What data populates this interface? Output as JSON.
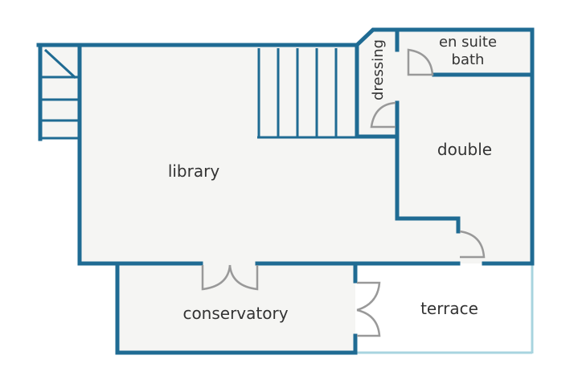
{
  "rooms": {
    "library": "library",
    "conservatory": "conservatory",
    "terrace": "terrace",
    "double": "double",
    "dressing": "dressing",
    "en_suite_line1": "en suite",
    "en_suite_line2": "bath"
  },
  "colors": {
    "wall": "#1f6b93",
    "floor": "#f5f5f3",
    "terrace_outline": "#a8d4df",
    "fixture": "#999999",
    "background": "#ffffff"
  }
}
